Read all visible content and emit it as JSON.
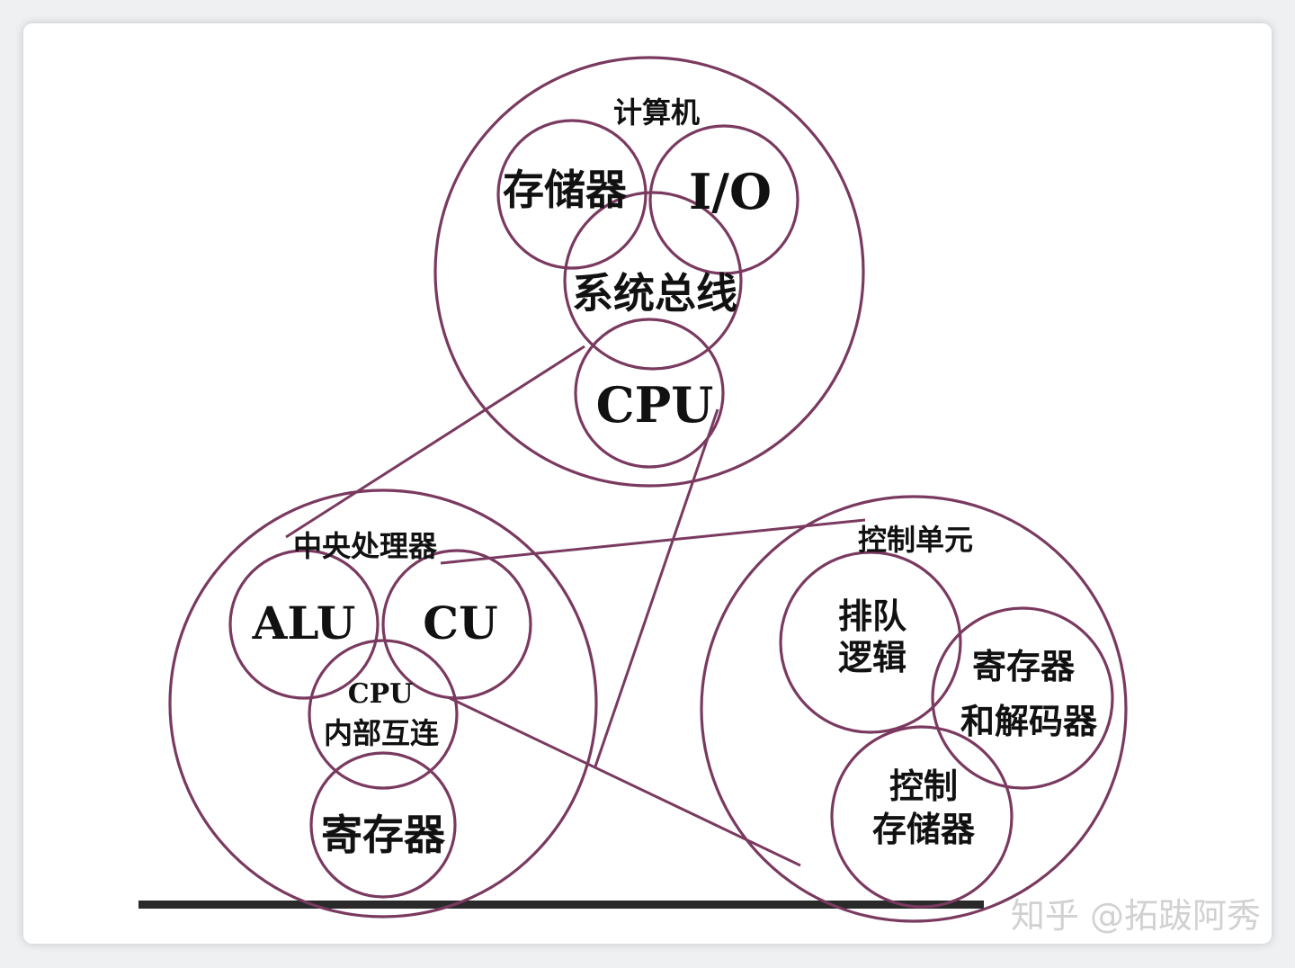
{
  "computer": {
    "title": "计算机",
    "memory": "存储器",
    "io": "I/O",
    "system_bus": "系统总线",
    "cpu": "CPU"
  },
  "cpu_detail": {
    "title": "中央处理器",
    "alu": "ALU",
    "cu": "CU",
    "interconnect_line1": "CPU",
    "interconnect_line2": "内部互连",
    "registers": "寄存器"
  },
  "control_unit": {
    "title": "控制单元",
    "queue_line1": "排队",
    "queue_line2": "逻辑",
    "reg_dec_line1": "寄存器",
    "reg_dec_line2": "和解码器",
    "ctrl_mem_line1": "控制",
    "ctrl_mem_line2": "存储器"
  },
  "watermark": "知乎 @拓跋阿秀",
  "colors": {
    "stroke": "#7a3a60",
    "text": "#111111",
    "baseline": "#2a2a2a"
  }
}
